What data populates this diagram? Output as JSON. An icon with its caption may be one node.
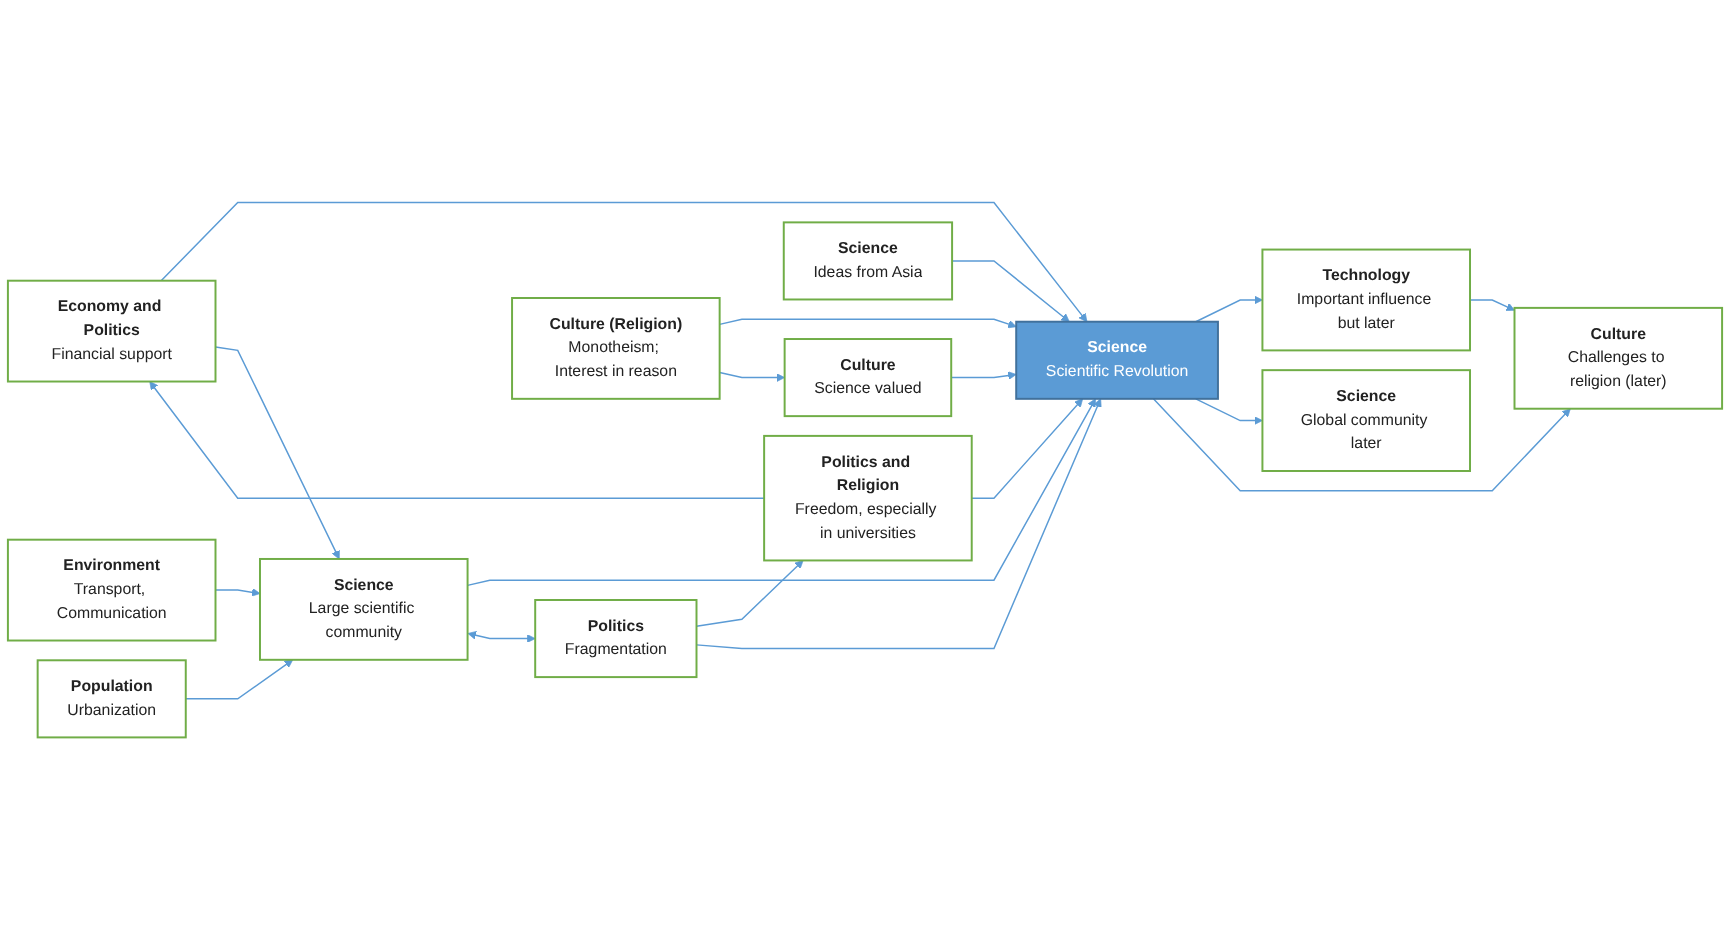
{
  "diagram": {
    "nodes": [
      {
        "text": [
          "Economy and Politics",
          "Financial support"
        ]
      },
      {
        "text": [
          "Politics and Religion",
          "Freedom, especially in universities"
        ]
      },
      {
        "text": [
          "Science",
          "Scientific Revolution"
        ]
      },
      {
        "text": [
          "Technology",
          "Important influence but later"
        ]
      },
      {
        "text": [
          "Environment",
          "Transport, Communication"
        ]
      },
      {
        "text": [
          "Science",
          "Large scientific community"
        ]
      },
      {
        "text": [
          "Science",
          "Global community later"
        ]
      },
      {
        "text": [
          "Politics",
          "Fragmentation"
        ]
      },
      {
        "text": [
          "Culture",
          "Challenges to religion (later)"
        ]
      },
      {
        "text": [
          "Population",
          "Urbanization"
        ]
      },
      {
        "text": [
          "Science",
          "Ideas from Asia"
        ]
      },
      {
        "text": [
          "Culture",
          "Science valued"
        ]
      },
      {
        "text": [
          "Culture (Religion)",
          "Monotheism; Interest in reason"
        ]
      }
    ],
    "edges": [
      {
        "from": 1,
        "to": 0,
        "arrow": "to"
      },
      {
        "from": 1,
        "to": 2,
        "arrow": "to"
      },
      {
        "from": 0,
        "to": 2,
        "arrow": "to"
      },
      {
        "from": 0,
        "to": 5,
        "arrow": "to"
      },
      {
        "from": 4,
        "to": 5,
        "arrow": "to"
      },
      {
        "from": 9,
        "to": 5,
        "arrow": "to"
      },
      {
        "from": 5,
        "to": 2,
        "arrow": "to"
      },
      {
        "from": 5,
        "to": 7,
        "arrow": "both"
      },
      {
        "from": 7,
        "to": 1,
        "arrow": "to"
      },
      {
        "from": 7,
        "to": 2,
        "arrow": "to"
      },
      {
        "from": 10,
        "to": 2,
        "arrow": "to"
      },
      {
        "from": 11,
        "to": 2,
        "arrow": "to"
      },
      {
        "from": 12,
        "to": 2,
        "arrow": "to"
      },
      {
        "from": 12,
        "to": 11,
        "arrow": "to"
      },
      {
        "from": 2,
        "to": 3,
        "arrow": "to"
      },
      {
        "from": 2,
        "to": 6,
        "arrow": "to"
      },
      {
        "from": 2,
        "to": 8,
        "arrow": "to"
      },
      {
        "from": 3,
        "to": 8,
        "arrow": "to"
      }
    ]
  }
}
